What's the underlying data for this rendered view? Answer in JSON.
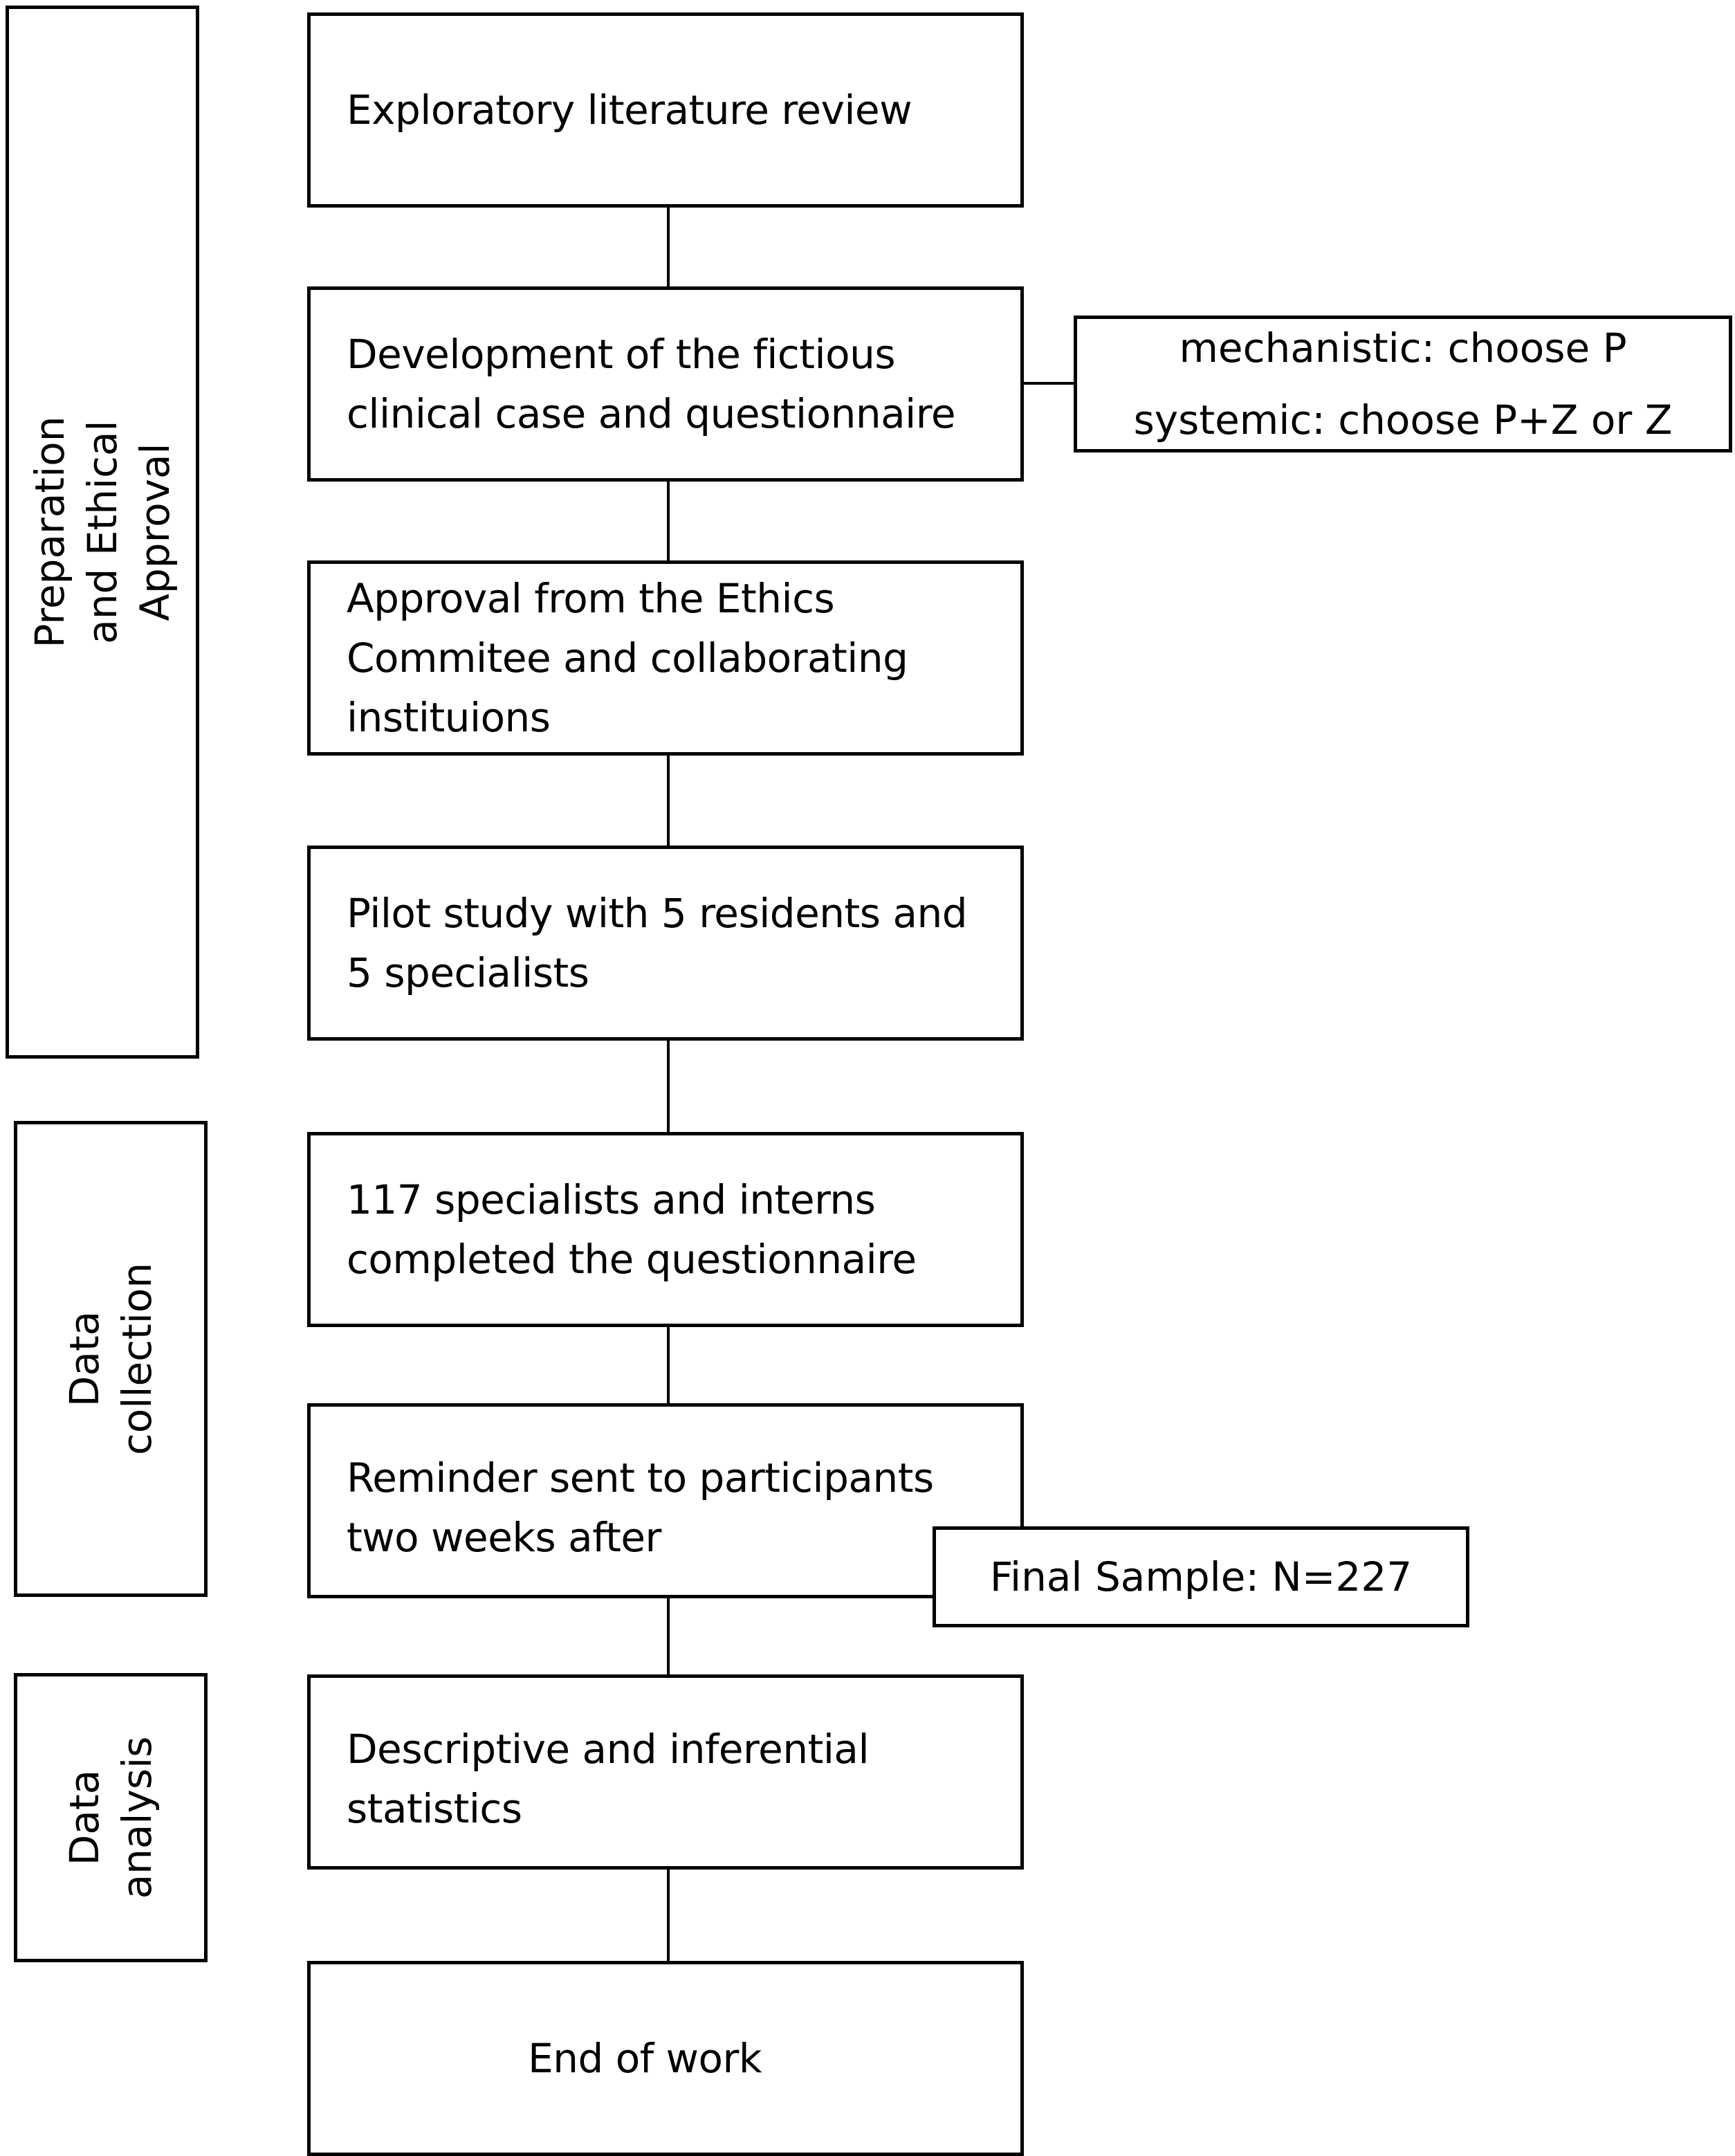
{
  "phases": {
    "preparation": "Preparation and Ethical Approval",
    "collection": "Data collection",
    "analysis": "Data\nanalysis"
  },
  "steps": {
    "literature": "Exploratory literature review",
    "development": "Development of the fictious\nclinical case and questionnaire",
    "approval": "Approval from the Ethics\nCommitee and collaborating\ninstituions",
    "pilot": "Pilot study with 5 residents and\n5 specialists",
    "completed": "117 specialists and interns\ncompleted the questionnaire",
    "reminder": "Reminder sent to participants\ntwo weeks after",
    "statistics": "Descriptive and inferential\nstatistics",
    "end": "End of work"
  },
  "notes": {
    "mechanistic": "mechanistic: choose P",
    "systemic": "systemic: choose P+Z or  Z",
    "final_sample": "Final Sample: N=227"
  }
}
